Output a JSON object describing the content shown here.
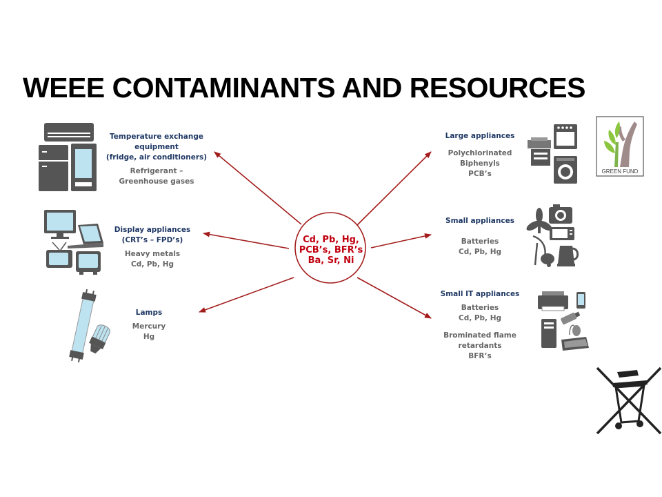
{
  "title": "WEEE CONTAMINANTS AND RESOURCES",
  "center": {
    "lines": [
      "Cd, Pb, Hg,",
      "PCB’s, BFR’s",
      "Ba, Sr, Ni"
    ]
  },
  "categories": {
    "temperature": {
      "heading": [
        "Temperature exchange",
        "equipment",
        "(fridge, air conditioners)"
      ],
      "details": [
        "Refrigerant –",
        "Greenhouse gases"
      ]
    },
    "display": {
      "heading": [
        "Display appliances",
        "(CRT’s – FPD’s)"
      ],
      "details": [
        "Heavy metals",
        "Cd, Pb, Hg"
      ]
    },
    "lamps": {
      "heading": [
        "Lamps"
      ],
      "details": [
        "Mercury",
        "Hg"
      ]
    },
    "large": {
      "heading": [
        "Large appliances"
      ],
      "details": [
        "Polychlorinated",
        "Biphenyls",
        "PCB’s"
      ]
    },
    "small": {
      "heading": [
        "Small appliances"
      ],
      "details": [
        "Batteries",
        "Cd, Pb, Hg"
      ]
    },
    "smallit": {
      "heading": [
        "Small IT appliances"
      ],
      "details": [
        "Batteries",
        "Cd, Pb, Hg"
      ],
      "details2": [
        "Brominated flame",
        "retardants",
        "BFR’s"
      ]
    }
  },
  "logo": {
    "text": "GREEN FUND"
  },
  "colors": {
    "arrow": "#a31c1c",
    "heading": "#1f3864",
    "detail": "#666666",
    "center_text": "#c0000f",
    "icon": "#555555"
  },
  "icons": [
    "fridge-icon",
    "air-conditioner-icon",
    "vending-machine-icon",
    "monitor-icon",
    "laptop-icon",
    "crt-tv-icon",
    "fluorescent-tube-icon",
    "cfl-bulb-icon",
    "oven-icon",
    "printer-copier-icon",
    "washing-machine-icon",
    "camera-icon",
    "fan-icon",
    "microwave-icon",
    "vacuum-icon",
    "kettle-icon",
    "printer-icon",
    "smartphone-icon",
    "computer-tower-icon",
    "usb-stick-icon",
    "mouse-icon",
    "keyboard-icon",
    "tree-logo-icon",
    "crossed-bin-icon"
  ]
}
